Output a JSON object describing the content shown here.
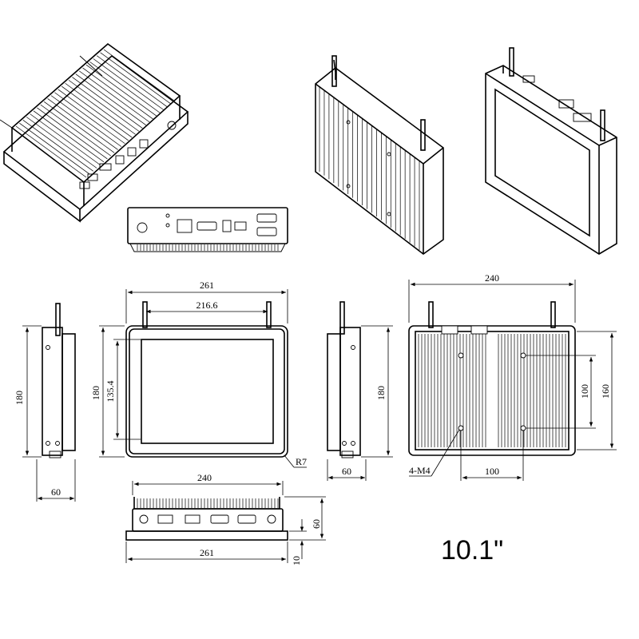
{
  "size_label": "10.1\"",
  "dimensions": {
    "front_width": "261",
    "antenna_spacing": "216.6",
    "front_height": "180",
    "screen_height": "135.4",
    "corner_radius": "R7",
    "side_height_left": "180",
    "side_depth_left": "60",
    "side_height_right": "180",
    "side_depth_right": "60",
    "back_width": "240",
    "back_height": "160",
    "mount_vertical": "100",
    "mount_horizontal": "100",
    "mount_holes": "4-M4",
    "bottom_width_top": "240",
    "bottom_width_bottom": "261",
    "bottom_depth": "60",
    "bottom_bezel": "10"
  }
}
